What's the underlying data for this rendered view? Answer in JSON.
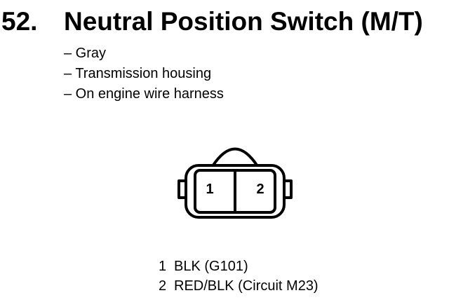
{
  "heading": {
    "number": "52.",
    "title": "Neutral Position Switch (M/T)"
  },
  "notes": [
    "– Gray",
    "– Transmission housing",
    "– On engine wire harness"
  ],
  "connector": {
    "pins": [
      "1",
      "2"
    ]
  },
  "pinout": [
    {
      "pin": "1",
      "desc": "BLK (G101)"
    },
    {
      "pin": "2",
      "desc": "RED/BLK (Circuit M23)"
    }
  ]
}
